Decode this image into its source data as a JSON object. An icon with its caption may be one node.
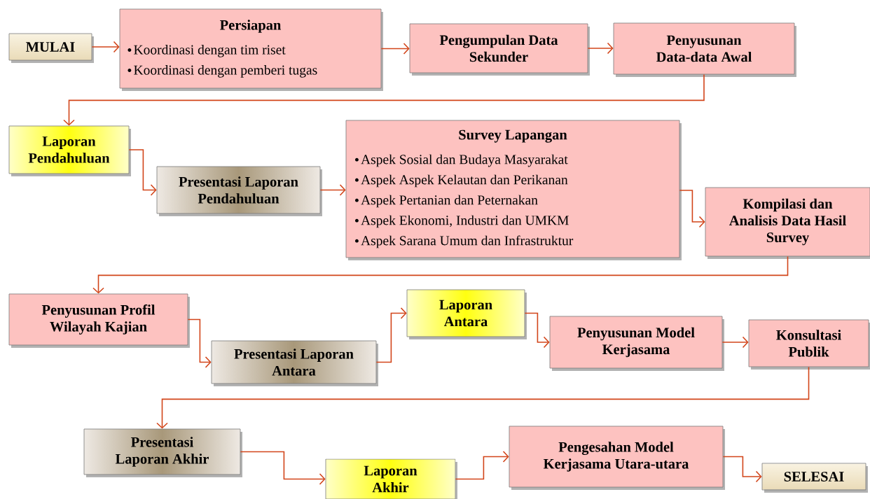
{
  "diagram": {
    "nodes": [
      {
        "text": [
          "MULAI"
        ]
      },
      {
        "text": [
          "Persiapan",
          "Koordinasi dengan tim riset",
          "Koordinasi dengan pemberi tugas"
        ]
      },
      {
        "text": [
          "Pengumpulan Data Sekunder"
        ]
      },
      {
        "text": [
          "Penyusunan Data-data Awal"
        ]
      },
      {
        "text": [
          "Laporan Pendahuluan"
        ]
      },
      {
        "text": [
          "Presentasi Laporan Pendahuluan"
        ]
      },
      {
        "text": [
          "Survey Lapangan",
          "Aspek Sosial dan Budaya Masyarakat",
          "Aspek Aspek Kelautan dan Perikanan",
          "Aspek Pertanian dan Peternakan",
          "Aspek Ekonomi, Industri dan UMKM",
          "Aspek Sarana Umum dan Infrastruktur"
        ]
      },
      {
        "text": [
          "Kompilasi dan Analisis Data Hasil Survey"
        ]
      },
      {
        "text": [
          "Penyusunan Profil Wilayah Kajian"
        ]
      },
      {
        "text": [
          "Presentasi Laporan Antara"
        ]
      },
      {
        "text": [
          "Laporan Antara"
        ]
      },
      {
        "text": [
          "Penyusunan Model Kerjasama"
        ]
      },
      {
        "text": [
          "Konsultasi Publik"
        ]
      },
      {
        "text": [
          "Presentasi Laporan Akhir"
        ]
      },
      {
        "text": [
          "Laporan Akhir"
        ]
      },
      {
        "text": [
          "Pengesahan Model Kerjasama Utara-utara"
        ]
      },
      {
        "text": [
          "SELESAI"
        ]
      }
    ],
    "edges": [
      {
        "from": 0,
        "to": 1,
        "arrow": "to"
      },
      {
        "from": 1,
        "to": 2,
        "arrow": "to"
      },
      {
        "from": 2,
        "to": 3,
        "arrow": "to"
      },
      {
        "from": 3,
        "to": 4,
        "arrow": "to"
      },
      {
        "from": 4,
        "to": 5,
        "arrow": "to"
      },
      {
        "from": 5,
        "to": 6,
        "arrow": "to"
      },
      {
        "from": 6,
        "to": 7,
        "arrow": "to"
      },
      {
        "from": 7,
        "to": 8,
        "arrow": "to"
      },
      {
        "from": 8,
        "to": 9,
        "arrow": "to"
      },
      {
        "from": 9,
        "to": 10,
        "arrow": "to"
      },
      {
        "from": 10,
        "to": 11,
        "arrow": "to"
      },
      {
        "from": 11,
        "to": 12,
        "arrow": "to"
      },
      {
        "from": 12,
        "to": 13,
        "arrow": "to"
      },
      {
        "from": 13,
        "to": 14,
        "arrow": "to"
      },
      {
        "from": 14,
        "to": 15,
        "arrow": "to"
      },
      {
        "from": 15,
        "to": 16,
        "arrow": "to"
      }
    ]
  }
}
